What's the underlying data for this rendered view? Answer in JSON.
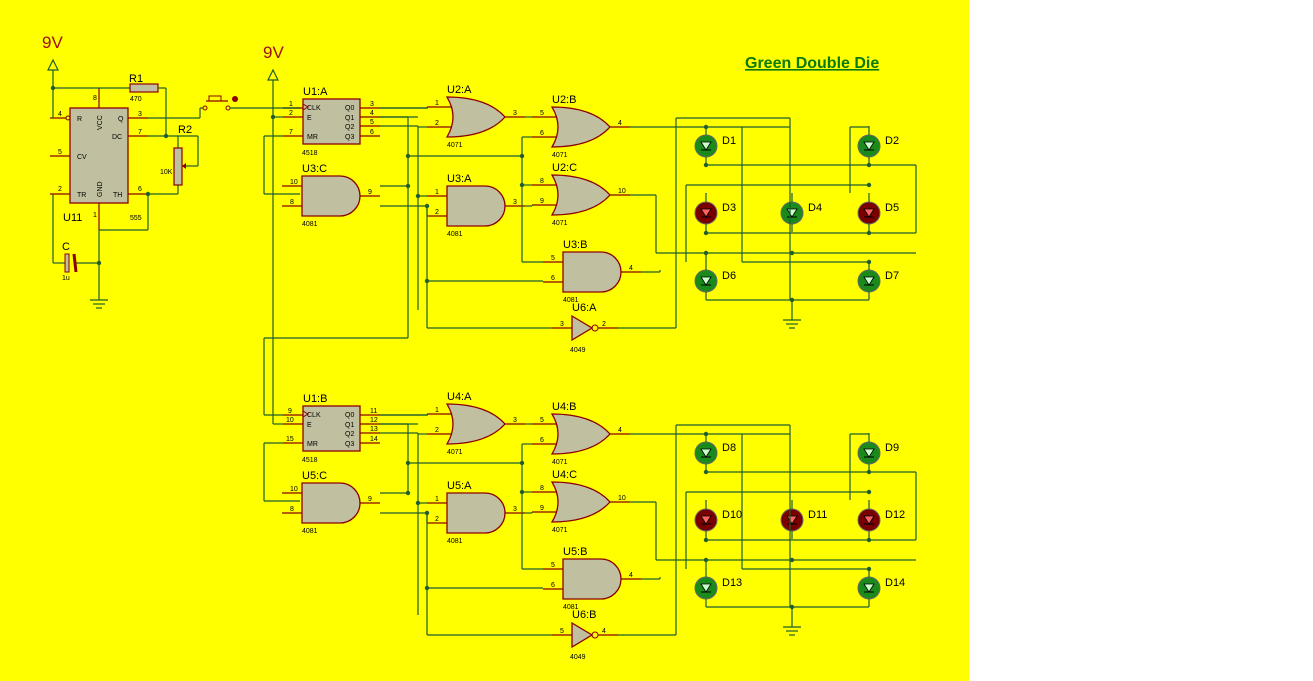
{
  "title": "Green Double Die",
  "supply": "9V",
  "timer": {
    "ref": "U11",
    "type": "555",
    "pins": {
      "R": "R",
      "VCC": "VCC",
      "Q": "Q",
      "DC": "DC",
      "CV": "CV",
      "TR": "TR",
      "GND": "GND",
      "TH": "TH"
    }
  },
  "r1": {
    "ref": "R1",
    "value": "470"
  },
  "r2": {
    "ref": "R2",
    "value": "10K"
  },
  "cap": {
    "ref": "C",
    "value": "1u"
  },
  "counters": [
    {
      "ref": "U1:A",
      "type": "4518",
      "pins_in": [
        "CLK",
        "E",
        "MR"
      ],
      "pins_out": [
        "Q0",
        "Q1",
        "Q2",
        "Q3"
      ],
      "pin_numbers": [
        "1",
        "2",
        "7",
        "3",
        "4",
        "5",
        "6"
      ]
    },
    {
      "ref": "U1:B",
      "type": "4518",
      "pins_in": [
        "CLK",
        "E",
        "MR"
      ],
      "pins_out": [
        "Q0",
        "Q1",
        "Q2",
        "Q3"
      ],
      "pin_numbers": [
        "9",
        "10",
        "15",
        "11",
        "12",
        "13",
        "14"
      ]
    }
  ],
  "gates": [
    {
      "ref": "U2:A",
      "type": "4071"
    },
    {
      "ref": "U2:B",
      "type": "4071"
    },
    {
      "ref": "U2:C",
      "type": "4071"
    },
    {
      "ref": "U3:A",
      "type": "4081"
    },
    {
      "ref": "U3:B",
      "type": "4081"
    },
    {
      "ref": "U3:C",
      "type": "4081"
    },
    {
      "ref": "U6:A",
      "type": "4049"
    },
    {
      "ref": "U4:A",
      "type": "4071"
    },
    {
      "ref": "U4:B",
      "type": "4071"
    },
    {
      "ref": "U4:C",
      "type": "4071"
    },
    {
      "ref": "U5:A",
      "type": "4081"
    },
    {
      "ref": "U5:B",
      "type": "4081"
    },
    {
      "ref": "U5:C",
      "type": "4081"
    },
    {
      "ref": "U6:B",
      "type": "4049"
    }
  ],
  "leds": [
    {
      "ref": "D1",
      "color": "green"
    },
    {
      "ref": "D2",
      "color": "green"
    },
    {
      "ref": "D3",
      "color": "red"
    },
    {
      "ref": "D4",
      "color": "green"
    },
    {
      "ref": "D5",
      "color": "red"
    },
    {
      "ref": "D6",
      "color": "green"
    },
    {
      "ref": "D7",
      "color": "green"
    },
    {
      "ref": "D8",
      "color": "green"
    },
    {
      "ref": "D9",
      "color": "green"
    },
    {
      "ref": "D10",
      "color": "red"
    },
    {
      "ref": "D11",
      "color": "red"
    },
    {
      "ref": "D12",
      "color": "red"
    },
    {
      "ref": "D13",
      "color": "green"
    },
    {
      "ref": "D14",
      "color": "green"
    }
  ],
  "colors": {
    "background": "#ffff00",
    "wire": "#1f5e2e",
    "pin": "#8b0000",
    "part": "#c0c0a0",
    "led_on": "#1a8a1a",
    "led_off": "#7a0000",
    "title": "#0a7a0a"
  }
}
